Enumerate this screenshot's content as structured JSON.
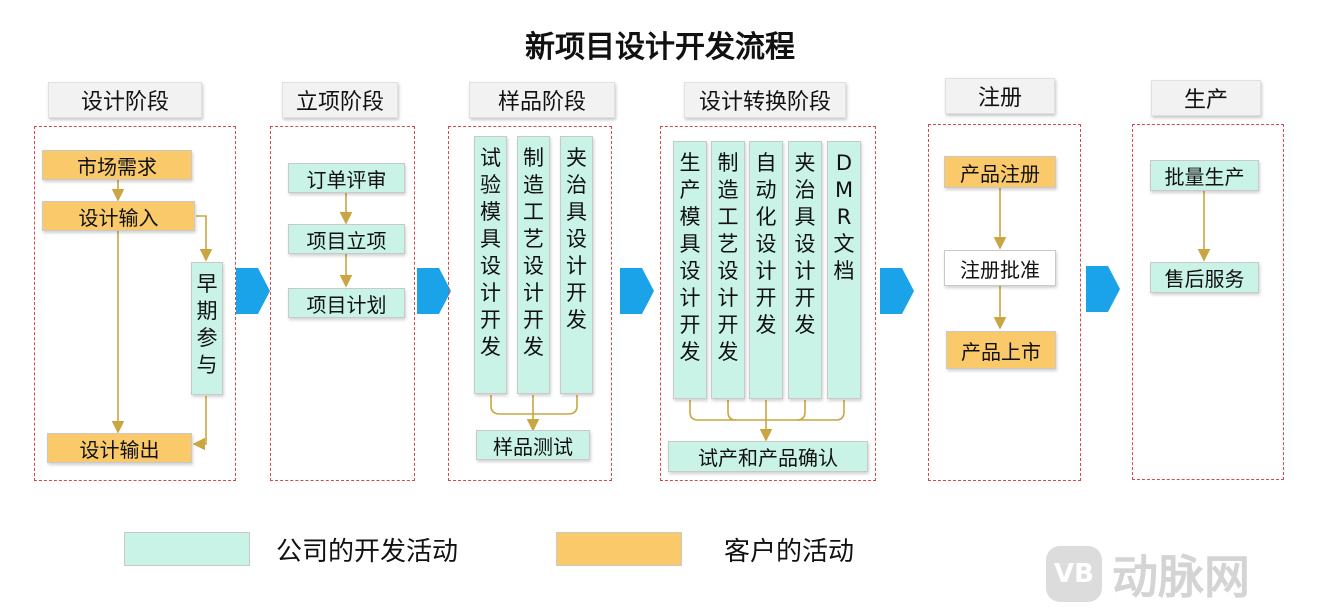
{
  "title": "新项目设计开发流程",
  "stages": {
    "design": {
      "header": "设计阶段",
      "market_demand": "市场需求",
      "design_input": "设计输入",
      "early_participation": "早期参与",
      "design_output": "设计输出"
    },
    "initiation": {
      "header": "立项阶段",
      "order_review": "订单评审",
      "project_approval": "项目立项",
      "project_plan": "项目计划"
    },
    "sample": {
      "header": "样品阶段",
      "trial_mold": "试验模具设计开发",
      "manufacturing_process": "制造工艺设计开发",
      "fixture": "夹治具设计开发",
      "sample_test": "样品测试"
    },
    "transfer": {
      "header": "设计转换阶段",
      "production_mold": "生产模具设计开发",
      "manufacturing_process": "制造工艺设计开发",
      "automation": "自动化设计开发",
      "fixture": "夹治具设计开发",
      "dmr": "DMR文档",
      "trial_confirm": "试产和产品确认"
    },
    "registration": {
      "header": "注册",
      "product_registration": "产品注册",
      "approval": "注册批准",
      "launch": "产品上市"
    },
    "production": {
      "header": "生产",
      "mass_production": "批量生产",
      "after_sales": "售后服务"
    }
  },
  "legend": {
    "company": "公司的开发活动",
    "customer": "客户的活动"
  },
  "watermark": {
    "logo": "VB",
    "text": "动脉网"
  },
  "colors": {
    "company_activity": "#c9f3e6",
    "customer_activity": "#f9c96a",
    "group_border": "#d5484f",
    "connector": "#c9a642",
    "chevron": "#1aa3e8"
  }
}
